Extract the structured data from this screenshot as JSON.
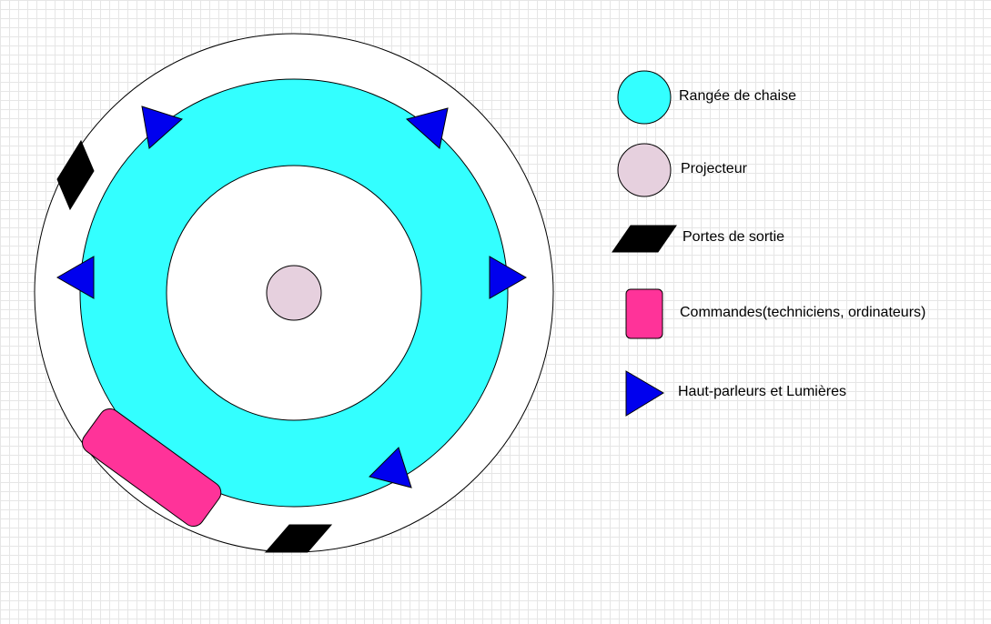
{
  "colors": {
    "outer_ring": "#ffffff",
    "chair_rows": "#33ffff",
    "projector": "#e6d0de",
    "exit_doors": "#000000",
    "controls": "#ff3399",
    "speakers": "#0000ee",
    "stroke": "#000000"
  },
  "legend": {
    "chair_rows": "Rangée de chaise",
    "projector": "Projecteur",
    "exit_doors": "Portes de sortie",
    "controls": "Commandes(techniciens, ordinateurs)",
    "speakers": "Haut-parleurs et Lumières"
  }
}
